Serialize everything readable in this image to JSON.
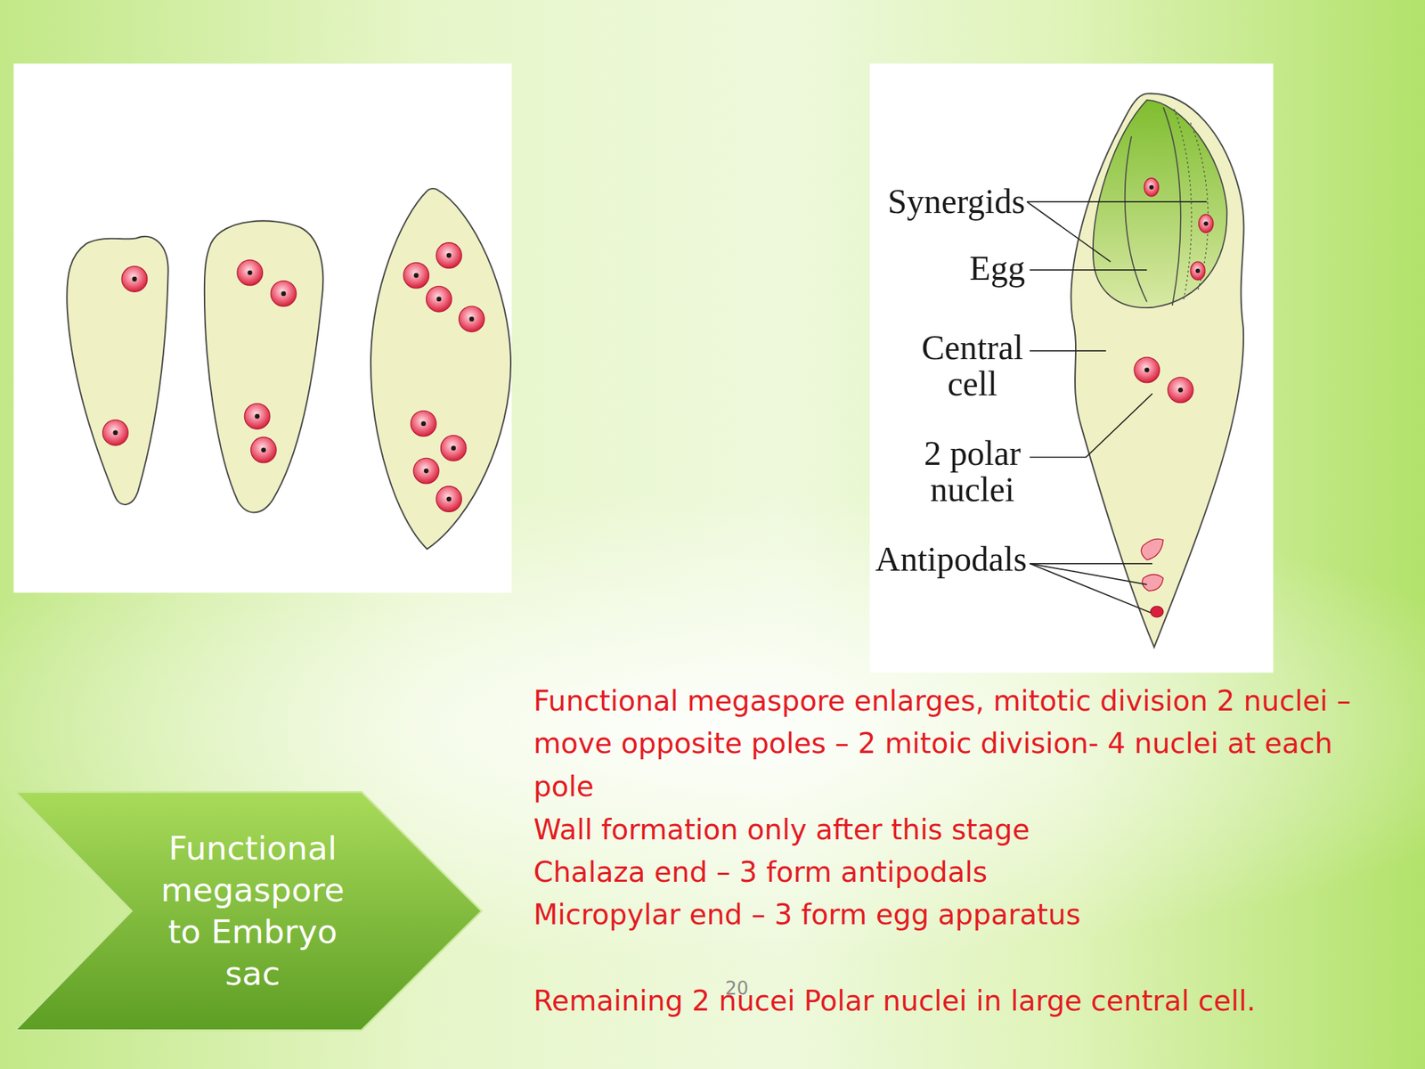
{
  "diagram": {
    "nodes": [
      {
        "text": [
          "Functional megaspore to Embryo sac"
        ]
      }
    ],
    "labels": [
      "Synergids",
      "Egg",
      "Central cell",
      "2 polar nuclei",
      "Antipodals",
      "Functional megaspore enlarges, mitotic division 2 nuclei – move opposite poles – 2 mitoic division- 4 nuclei at each pole",
      "Wall formation only after this stage",
      "Chalaza end – 3 form antipodals",
      "Micropylar end – 3 form egg apparatus",
      "Remaining 2 nucei Polar nuclei in large central cell.",
      "20"
    ]
  }
}
